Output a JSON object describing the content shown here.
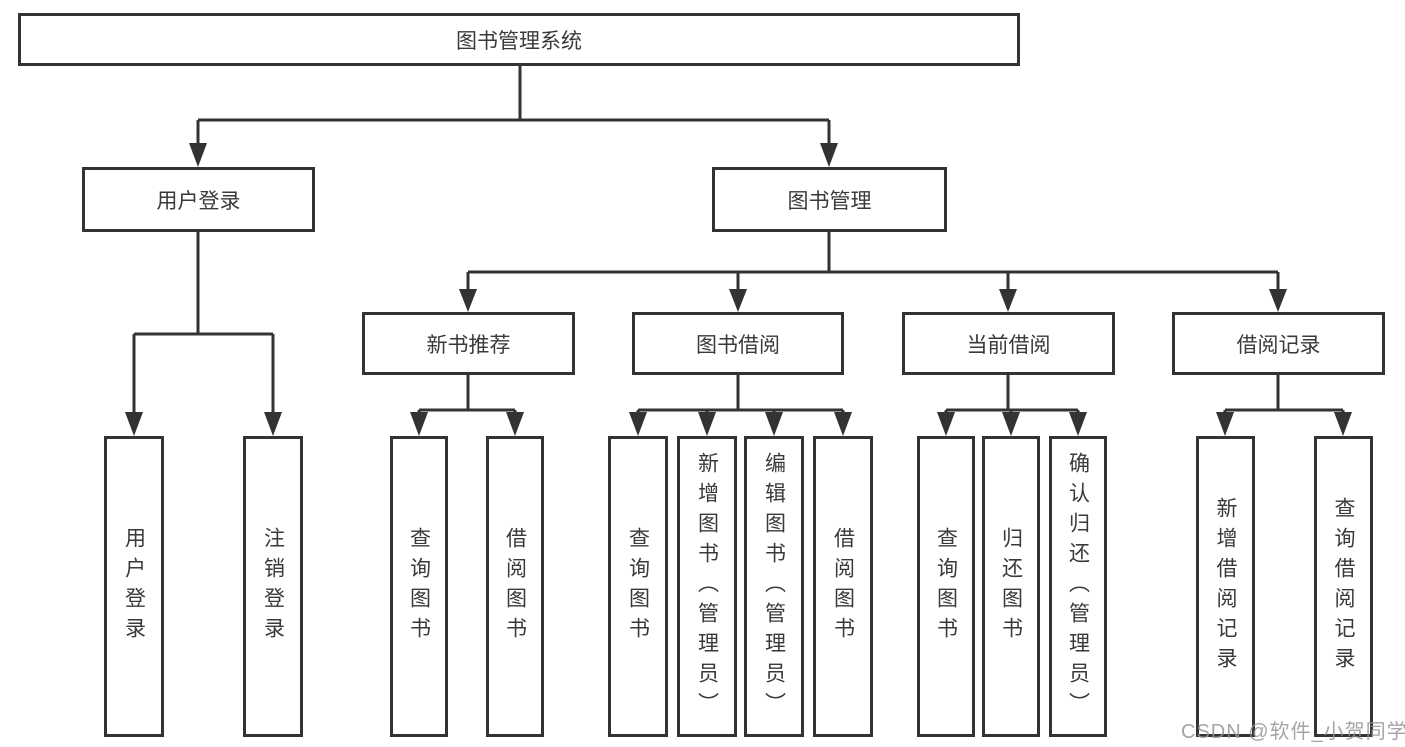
{
  "diagram": {
    "tree": {
      "label": "图书管理系统",
      "children": [
        {
          "label": "用户登录",
          "children": [
            {
              "label": "用户登录"
            },
            {
              "label": "注销登录"
            }
          ]
        },
        {
          "label": "图书管理",
          "children": [
            {
              "label": "新书推荐",
              "children": [
                {
                  "label": "查询图书"
                },
                {
                  "label": "借阅图书"
                }
              ]
            },
            {
              "label": "图书借阅",
              "children": [
                {
                  "label": "查询图书"
                },
                {
                  "label": "新增图书（管理员）"
                },
                {
                  "label": "编辑图书（管理员）"
                },
                {
                  "label": "借阅图书"
                }
              ]
            },
            {
              "label": "当前借阅",
              "children": [
                {
                  "label": "查询图书"
                },
                {
                  "label": "归还图书"
                },
                {
                  "label": "确认归还（管理员）"
                }
              ]
            },
            {
              "label": "借阅记录",
              "children": [
                {
                  "label": "新增借阅记录"
                },
                {
                  "label": "查询借阅记录"
                }
              ]
            }
          ]
        }
      ]
    }
  },
  "colors": {
    "line": "#333333",
    "text": "#3a3a3a",
    "box_background": "#ffffff",
    "watermark": "#949494"
  },
  "watermark": {
    "text": "CSDN @软件_小贺同学"
  }
}
